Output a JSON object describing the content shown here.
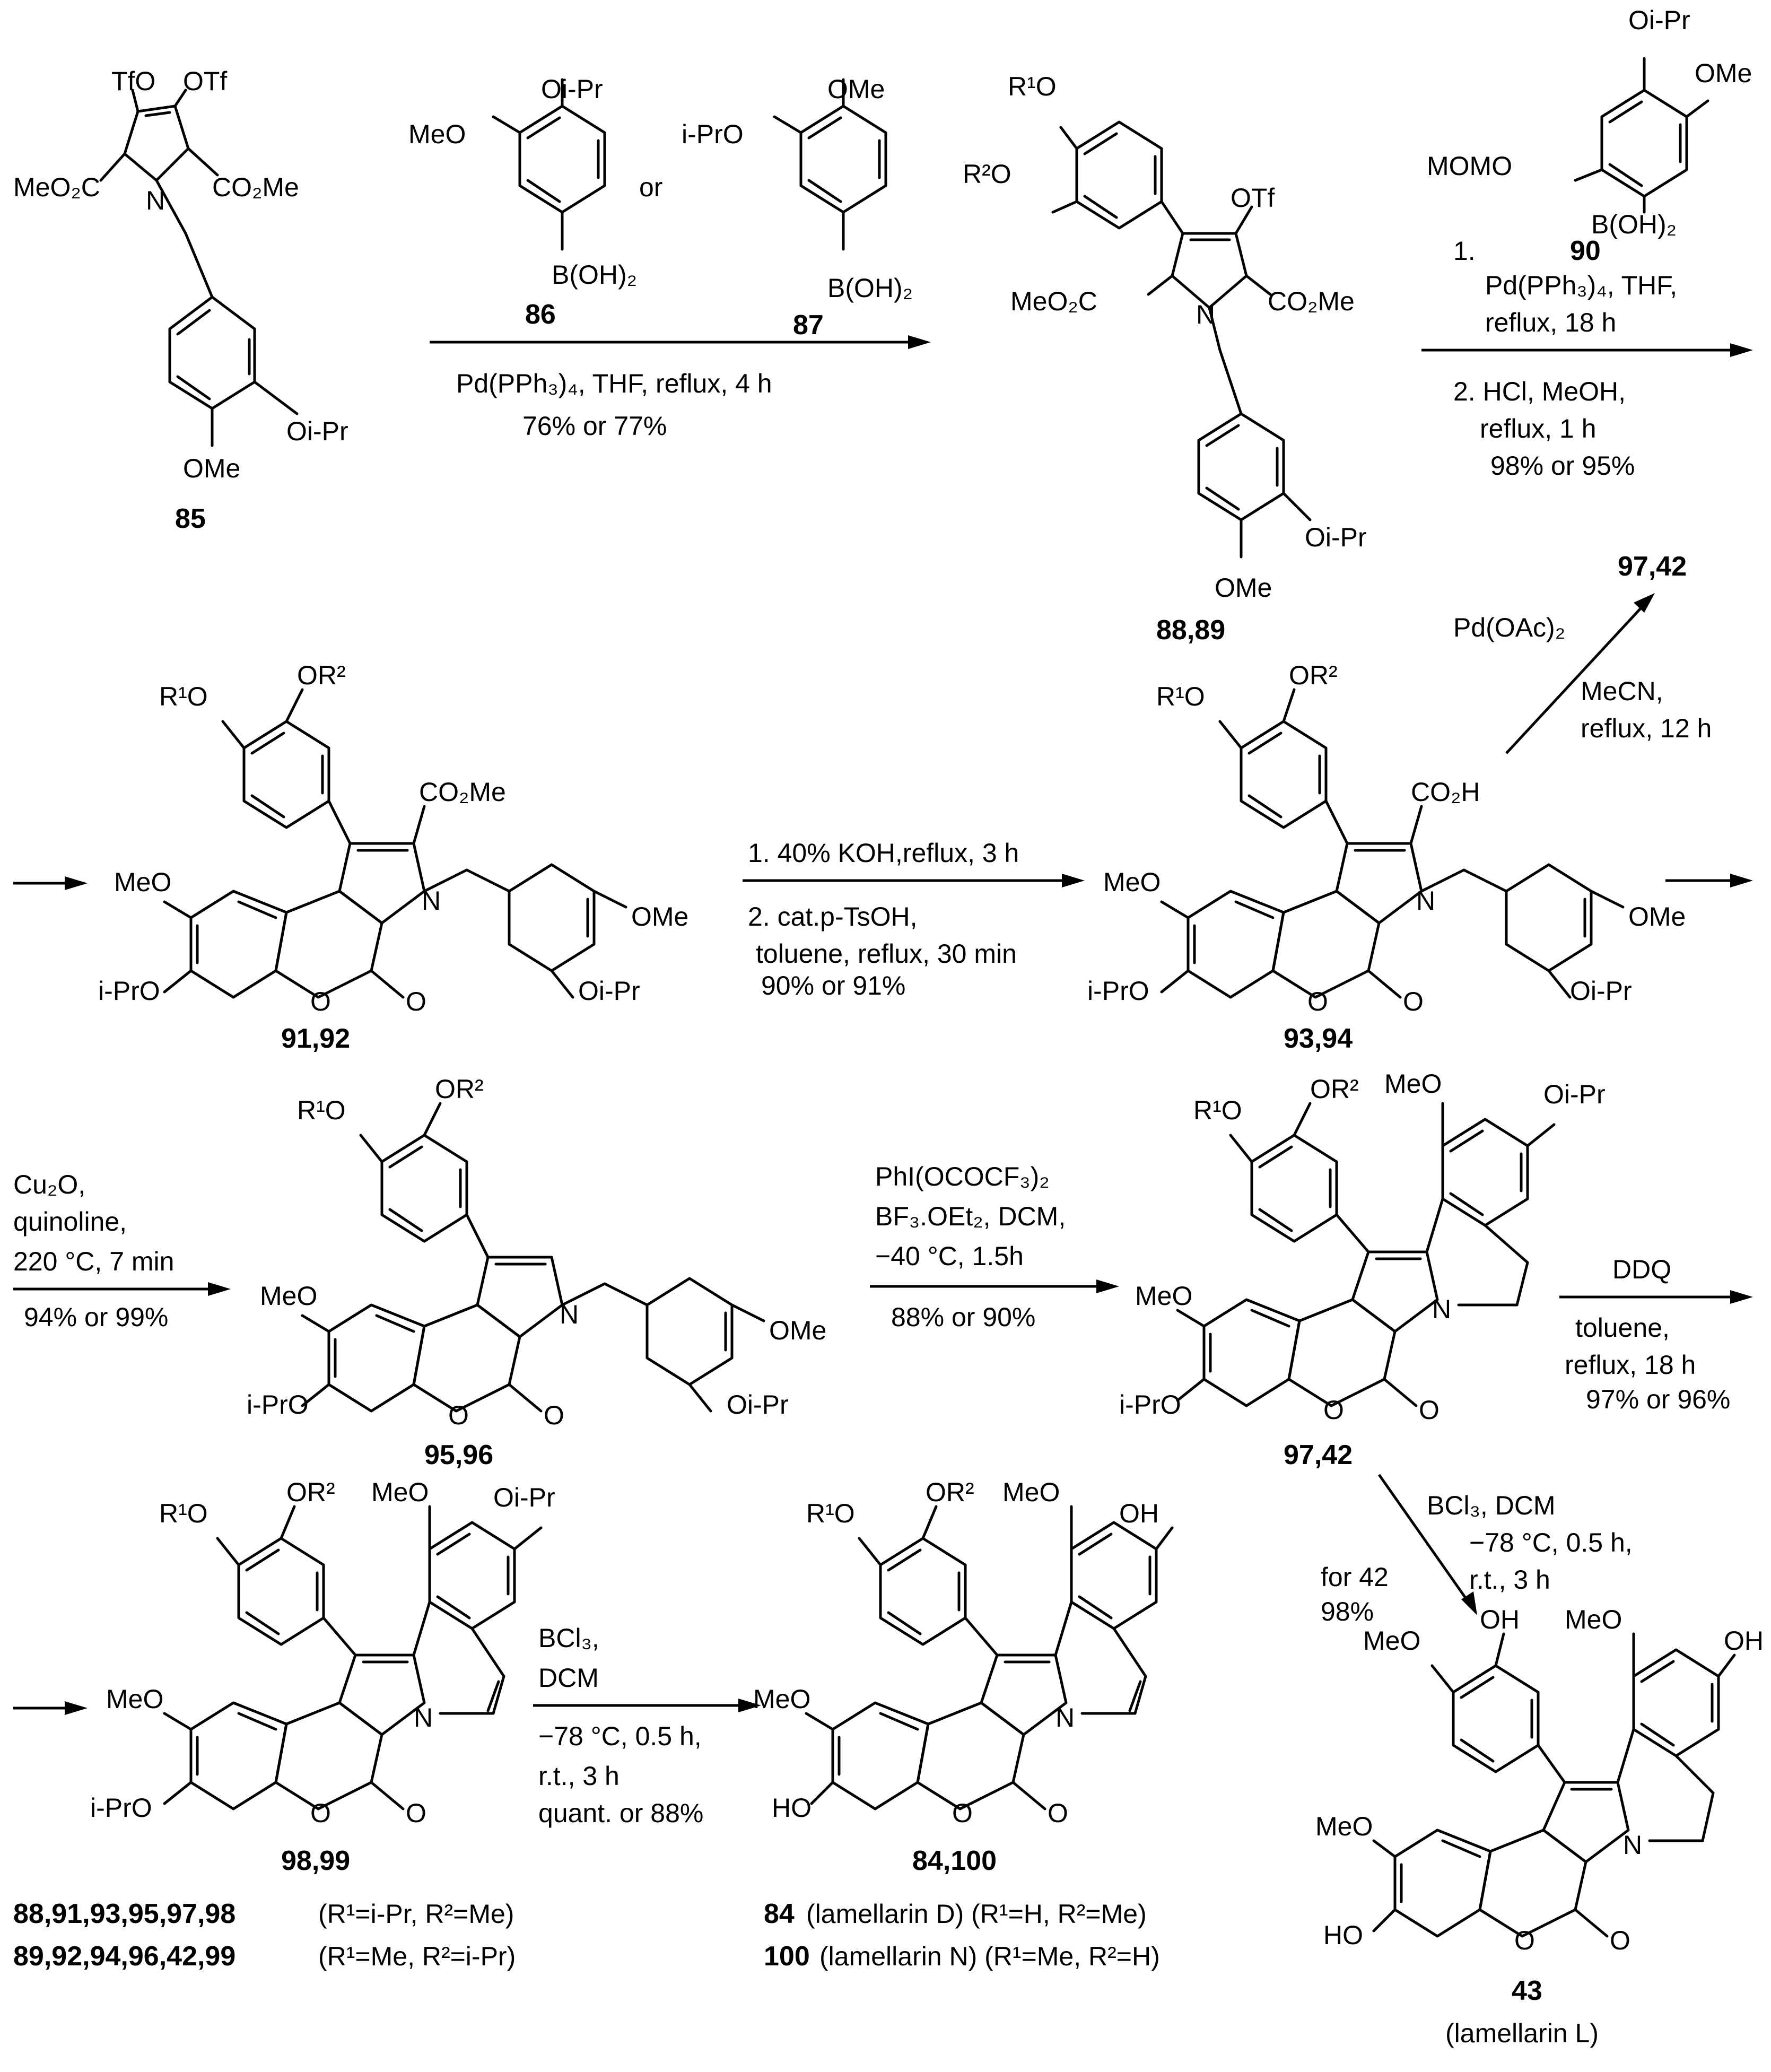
{
  "compounds": {
    "c85": "85",
    "c86": "86",
    "c87": "87",
    "c88_89": "88,89",
    "c90": "90",
    "c97_42_top": "97,42",
    "c91_92": "91,92",
    "c93_94": "93,94",
    "c95_96": "95,96",
    "c97_42": "97,42",
    "c98_99": "98,99",
    "c84_100": "84,100",
    "c43": "43",
    "c43_name": "(lamellarin L)"
  },
  "fragments": {
    "TfO": "TfO",
    "OTf": "OTf",
    "MeO2C": "MeO₂C",
    "CO2Me": "CO₂Me",
    "N": "N",
    "OiPr": "Oi-Pr",
    "OMe": "OMe",
    "MeO": "MeO",
    "iPrO": "i-PrO",
    "BOH2": "B(OH)₂",
    "or": "or",
    "MOMO": "MOMO",
    "R1O": "R¹O",
    "R2O": "R²O",
    "OR2": "OR²",
    "CO2H": "CO₂H",
    "O": "O",
    "OH": "OH",
    "HO": "HO"
  },
  "conditions": {
    "step1_a": "Pd(PPh₃)₄, THF, reflux, 4 h",
    "step1_b": "76% or 77%",
    "step2_1": "1.",
    "step2_a": "Pd(PPh₃)₄, THF,",
    "step2_b": "reflux, 18 h",
    "step2_2": "2. HCl, MeOH,",
    "step2_c": "reflux, 1 h",
    "step2_d": "98% or 95%",
    "pd_a": "Pd(OAc)₂",
    "pd_b": "MeCN,",
    "pd_c": "reflux, 12 h",
    "step3_a": "1. 40% KOH,reflux, 3 h",
    "step3_b": "2. cat.p-TsOH,",
    "step3_c": "toluene, reflux, 30 min",
    "step3_d": "90% or 91%",
    "step4_a": "Cu₂O,",
    "step4_b": "quinoline,",
    "step4_c": "220 °C, 7 min",
    "step4_d": "94% or 99%",
    "step5_a": "PhI(OCOCF₃)₂",
    "step5_b": "BF₃.OEt₂, DCM,",
    "step5_c": "−40 °C, 1.5h",
    "step5_d": "88% or 90%",
    "step6_a": "DDQ",
    "step6_b": "toluene,",
    "step6_c": "reflux, 18 h",
    "step6_d": "97% or 96%",
    "step7_a": "BCl₃, DCM",
    "step7_b": "−78 °C, 0.5 h,",
    "step7_c": "r.t., 3 h",
    "step7_d": "for 42",
    "step7_e": "98%",
    "step8_a": "BCl₃,",
    "step8_b": "DCM",
    "step8_c": "−78 °C, 0.5 h,",
    "step8_d": "r.t., 3 h",
    "step8_e": "quant. or 88%"
  },
  "footnotes": {
    "f1_nums": "88,91,93,95,97,98",
    "f1_text": "(R¹=i-Pr, R²=Me)",
    "f2_nums": "89,92,94,96,42,99",
    "f2_text": "(R¹=Me, R²=i-Pr)",
    "f3_num": "84",
    "f3_text": "(lamellarin D) (R¹=H, R²=Me)",
    "f4_num": "100",
    "f4_text": "(lamellarin N) (R¹=Me, R²=H)"
  }
}
